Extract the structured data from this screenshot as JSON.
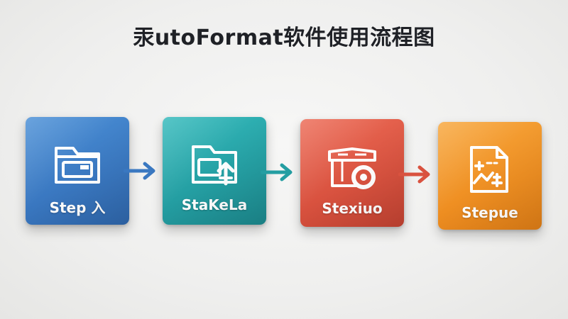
{
  "title": "汞utoFormat软件使用流程图",
  "steps": [
    {
      "label": "Step 入",
      "icon": "folder-icon",
      "color": "#3a78c1"
    },
    {
      "label": "StaKeLa",
      "icon": "folder-upload-icon",
      "color": "#249ea2"
    },
    {
      "label": "Stexiuo",
      "icon": "box-gear-icon",
      "color": "#d9523f"
    },
    {
      "label": "Stepue",
      "icon": "document-edit-icon",
      "color": "#ef8f22"
    }
  ],
  "arrows": [
    {
      "icon": "arrow-right-icon",
      "color": "#3a78c1"
    },
    {
      "icon": "arrow-right-icon",
      "color": "#249ea2"
    },
    {
      "icon": "arrow-right-icon",
      "color": "#d9523f"
    }
  ]
}
